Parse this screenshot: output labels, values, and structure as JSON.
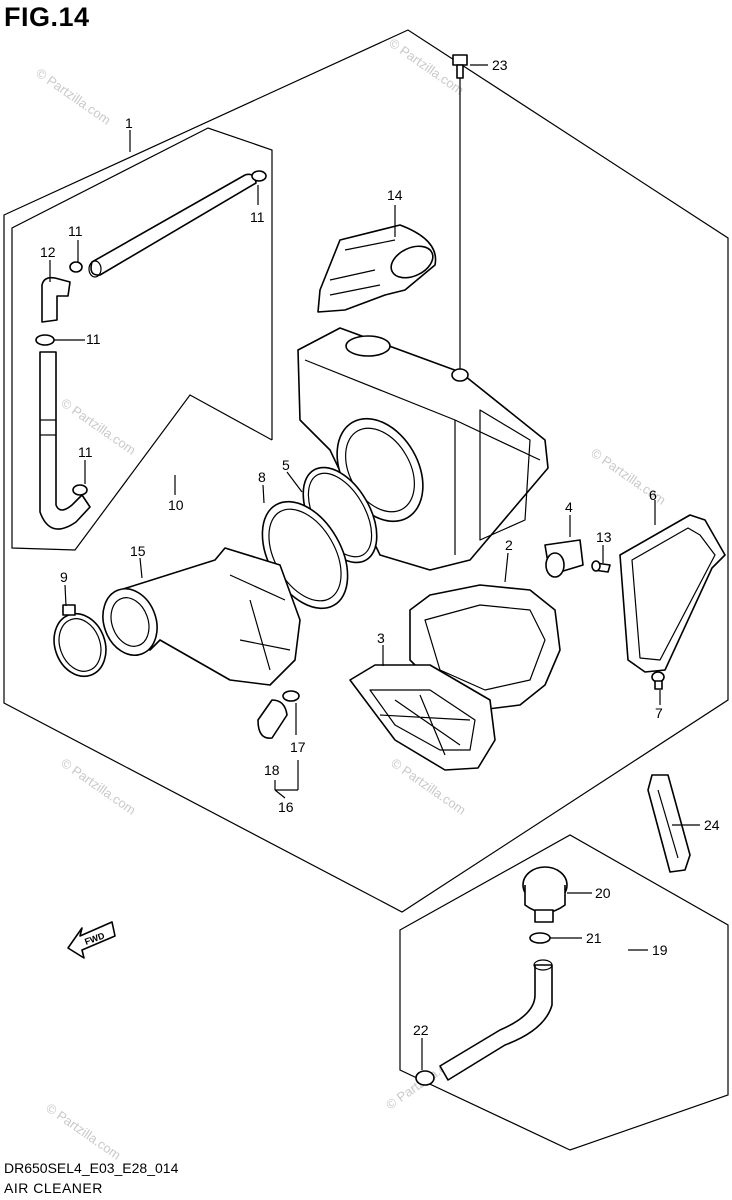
{
  "figure_title": "FIG.14",
  "model_code": "DR650SEL4_E03_E28_014",
  "caption": "AIR CLEANER",
  "fwd_label": "FWD",
  "watermark": "© Partzilla.com",
  "labels": {
    "l1": "1",
    "l2": "2",
    "l3": "3",
    "l4": "4",
    "l5": "5",
    "l6": "6",
    "l7": "7",
    "l8": "8",
    "l9": "9",
    "l10": "10",
    "l11a": "11",
    "l11b": "11",
    "l11c": "11",
    "l11d": "11",
    "l12": "12",
    "l13": "13",
    "l14": "14",
    "l15": "15",
    "l16": "16",
    "l17": "17",
    "l18": "18",
    "l19": "19",
    "l20": "20",
    "l21": "21",
    "l22": "22",
    "l23": "23",
    "l24": "24"
  }
}
